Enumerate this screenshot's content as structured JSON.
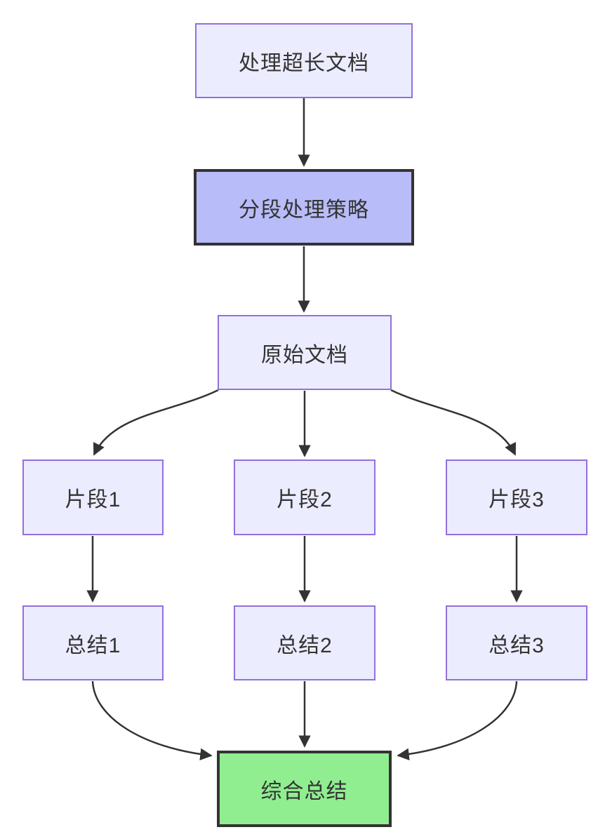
{
  "diagram": {
    "type": "flowchart-top-down",
    "nodes": {
      "A": {
        "id": "A",
        "label": "处理超长文档",
        "variant": "default"
      },
      "B": {
        "id": "B",
        "label": "分段处理策略",
        "variant": "emphasis"
      },
      "C": {
        "id": "C",
        "label": "原始文档",
        "variant": "default"
      },
      "D1": {
        "id": "D1",
        "label": "片段1",
        "variant": "default"
      },
      "D2": {
        "id": "D2",
        "label": "片段2",
        "variant": "default"
      },
      "D3": {
        "id": "D3",
        "label": "片段3",
        "variant": "default"
      },
      "E1": {
        "id": "E1",
        "label": "总结1",
        "variant": "default"
      },
      "E2": {
        "id": "E2",
        "label": "总结2",
        "variant": "default"
      },
      "E3": {
        "id": "E3",
        "label": "总结3",
        "variant": "default"
      },
      "F": {
        "id": "F",
        "label": "综合总结",
        "variant": "success"
      }
    },
    "edges": [
      {
        "from": "A",
        "to": "B"
      },
      {
        "from": "B",
        "to": "C"
      },
      {
        "from": "C",
        "to": "D1"
      },
      {
        "from": "C",
        "to": "D2"
      },
      {
        "from": "C",
        "to": "D3"
      },
      {
        "from": "D1",
        "to": "E1"
      },
      {
        "from": "D2",
        "to": "E2"
      },
      {
        "from": "D3",
        "to": "E3"
      },
      {
        "from": "E1",
        "to": "F"
      },
      {
        "from": "E2",
        "to": "F"
      },
      {
        "from": "E3",
        "to": "F"
      }
    ],
    "colors": {
      "background": "#ffffff",
      "default_fill": "#ECECFF",
      "default_border": "#9370DB",
      "emphasis_fill": "#B8BCF8",
      "emphasis_border": "#333333",
      "success_fill": "#90EE90",
      "success_border": "#333333",
      "edge": "#333333",
      "text": "#333333"
    }
  }
}
